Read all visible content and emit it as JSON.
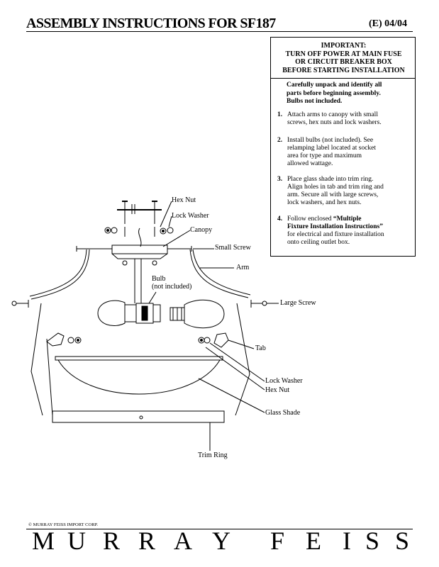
{
  "header": {
    "title": "ASSEMBLY INSTRUCTIONS FOR SF187",
    "code": "(E)  04/04"
  },
  "important": {
    "line1": "IMPORTANT:",
    "line2": "TURN OFF POWER AT MAIN FUSE",
    "line3": "OR CIRCUIT BREAKER BOX",
    "line4": "BEFORE STARTING INSTALLATION"
  },
  "intro": {
    "line1": "Carefully unpack and identify all",
    "line2": "parts before beginning assembly.",
    "line3": "Bulbs not included."
  },
  "steps": [
    {
      "num": "1.",
      "lines": [
        "Attach arms to canopy with small",
        "screws, hex nuts and lock washers."
      ]
    },
    {
      "num": "2.",
      "lines": [
        "Install bulbs (not included). See",
        "relamping label located at socket",
        "area for type and maximum",
        "allowed wattage."
      ]
    },
    {
      "num": "3.",
      "lines": [
        "Place glass shade into trim ring.",
        "Align holes in tab and trim ring and",
        "arm. Secure all with large screws,",
        "lock washers, and hex nuts."
      ]
    },
    {
      "num": "4.",
      "lines_pre": "Follow enclosed ",
      "bold1": "“Multiple",
      "bold2": "Fixture Installation Instructions”",
      "lines": [
        "for electrical and fixture installation",
        "onto ceiling outlet box."
      ]
    }
  ],
  "diagram_labels": {
    "hex_nut_top": "Hex Nut",
    "lock_washer_top": "Lock Washer",
    "canopy": "Canopy",
    "small_screw": "Small Screw",
    "arm": "Arm",
    "bulb": "Bulb",
    "bulb_note": "(not included)",
    "large_screw": "Large Screw",
    "tab": "Tab",
    "lock_washer": "Lock Washer",
    "hex_nut": "Hex Nut",
    "glass_shade": "Glass Shade",
    "trim_ring": "Trim Ring"
  },
  "footer": {
    "copyright": "© MURRAY FEISS IMPORT CORP.",
    "brand_letters": [
      "M",
      "U",
      "R",
      "R",
      "A",
      "Y",
      "F",
      "E",
      "I",
      "S",
      "S"
    ]
  }
}
